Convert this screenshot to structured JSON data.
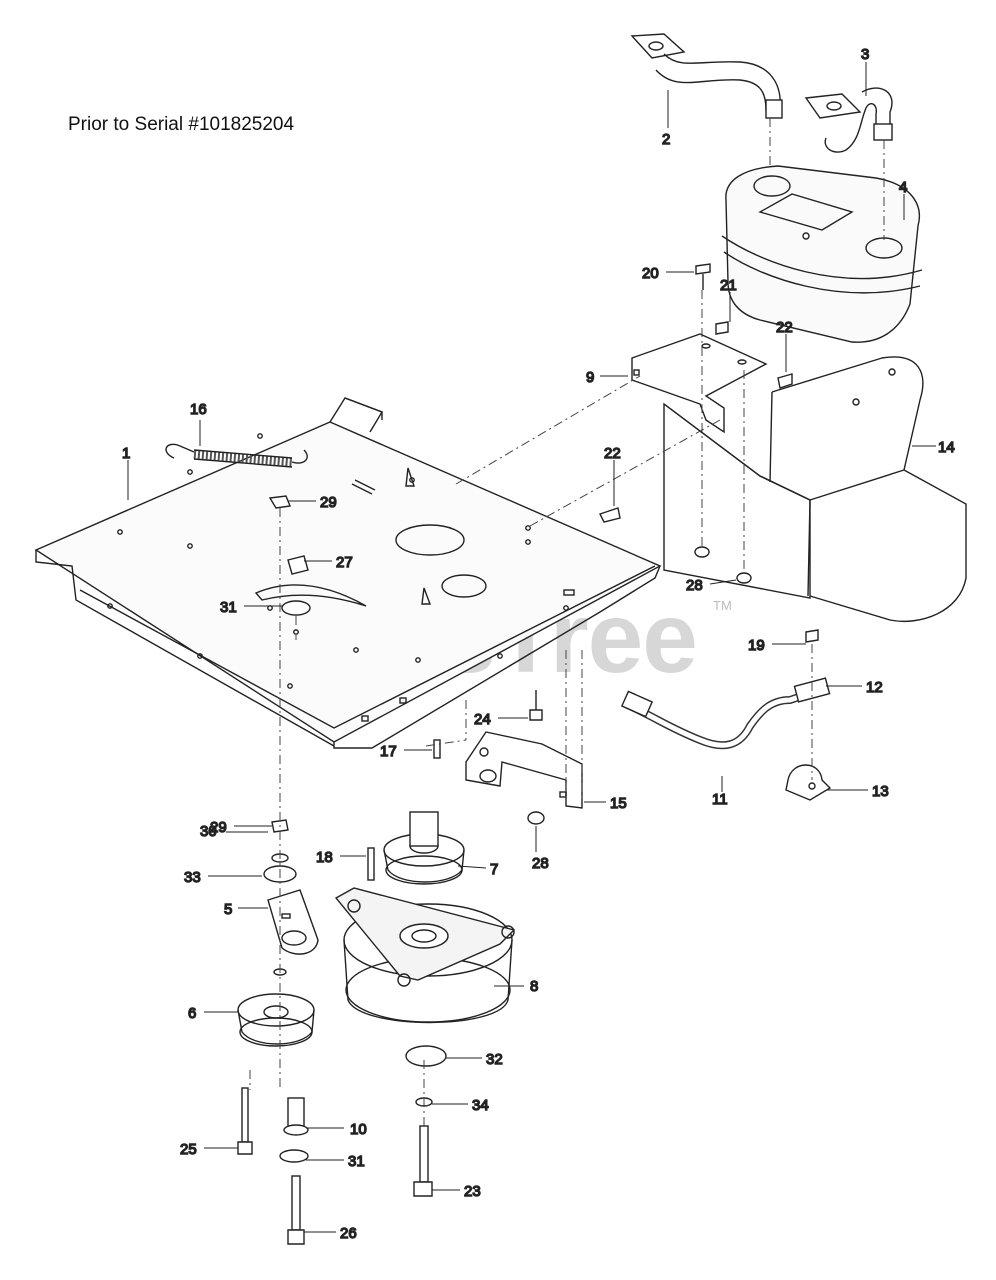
{
  "diagram": {
    "caption": "Prior to Serial #101825204",
    "watermark": "PartsTree",
    "trademark": "TM",
    "callouts": [
      {
        "id": "c1",
        "label": "1"
      },
      {
        "id": "c2",
        "label": "2"
      },
      {
        "id": "c3",
        "label": "3"
      },
      {
        "id": "c4",
        "label": "4"
      },
      {
        "id": "c5",
        "label": "5"
      },
      {
        "id": "c6",
        "label": "6"
      },
      {
        "id": "c7",
        "label": "7"
      },
      {
        "id": "c8",
        "label": "8"
      },
      {
        "id": "c9",
        "label": "9"
      },
      {
        "id": "c10",
        "label": "10"
      },
      {
        "id": "c11",
        "label": "11"
      },
      {
        "id": "c12",
        "label": "12"
      },
      {
        "id": "c13",
        "label": "13"
      },
      {
        "id": "c14",
        "label": "14"
      },
      {
        "id": "c15",
        "label": "15"
      },
      {
        "id": "c16",
        "label": "16"
      },
      {
        "id": "c17",
        "label": "17"
      },
      {
        "id": "c18",
        "label": "18"
      },
      {
        "id": "c19",
        "label": "19"
      },
      {
        "id": "c20",
        "label": "20"
      },
      {
        "id": "c21",
        "label": "21"
      },
      {
        "id": "c22a",
        "label": "22"
      },
      {
        "id": "c22b",
        "label": "22"
      },
      {
        "id": "c23",
        "label": "23"
      },
      {
        "id": "c24",
        "label": "24"
      },
      {
        "id": "c25",
        "label": "25"
      },
      {
        "id": "c26",
        "label": "26"
      },
      {
        "id": "c27",
        "label": "27"
      },
      {
        "id": "c28a",
        "label": "28"
      },
      {
        "id": "c28b",
        "label": "28"
      },
      {
        "id": "c29a",
        "label": "29"
      },
      {
        "id": "c29b",
        "label": "29"
      },
      {
        "id": "c30",
        "label": "30"
      },
      {
        "id": "c31a",
        "label": "31"
      },
      {
        "id": "c31b",
        "label": "31"
      },
      {
        "id": "c32",
        "label": "32"
      },
      {
        "id": "c33",
        "label": "33"
      },
      {
        "id": "c34",
        "label": "34"
      }
    ]
  }
}
